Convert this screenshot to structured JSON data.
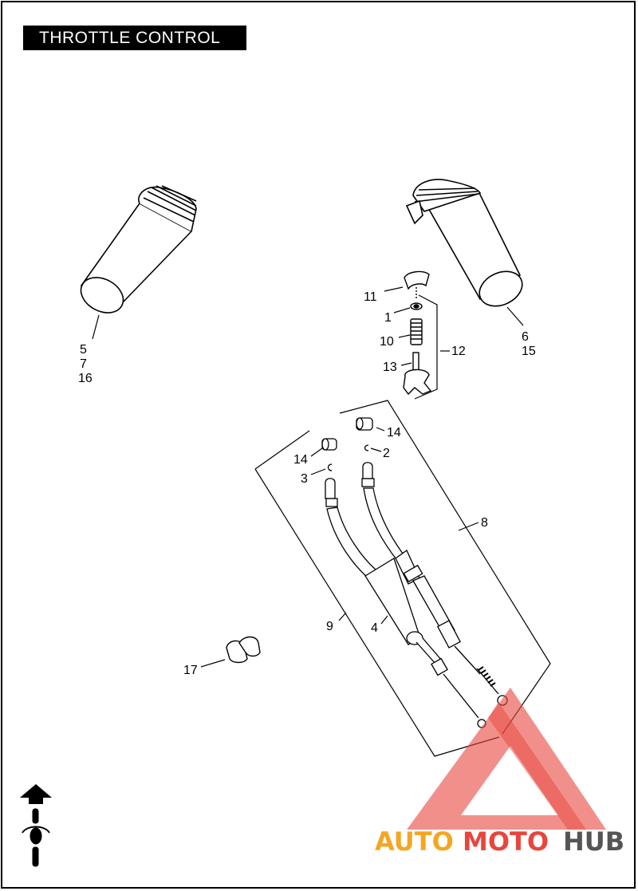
{
  "title": "THROTTLE CONTROL",
  "callouts": {
    "c1": "1",
    "c2": "2",
    "c3": "3",
    "c4": "4",
    "c5": "5",
    "c6": "6",
    "c7": "7",
    "c8": "8",
    "c9": "9",
    "c10": "10",
    "c11": "11",
    "c12": "12",
    "c13": "13",
    "c14a": "14",
    "c14b": "14",
    "c15": "15",
    "c16": "16",
    "c17": "17"
  },
  "watermark": {
    "part1": "AUTO",
    "part2": "MOTO",
    "part3": "HUB",
    "color_red": "#e8463d",
    "color_orange": "#f4a623",
    "color_gray": "#555555"
  },
  "icons": [
    "front-direction-arrow-icon",
    "motorcycle-topview-icon"
  ]
}
